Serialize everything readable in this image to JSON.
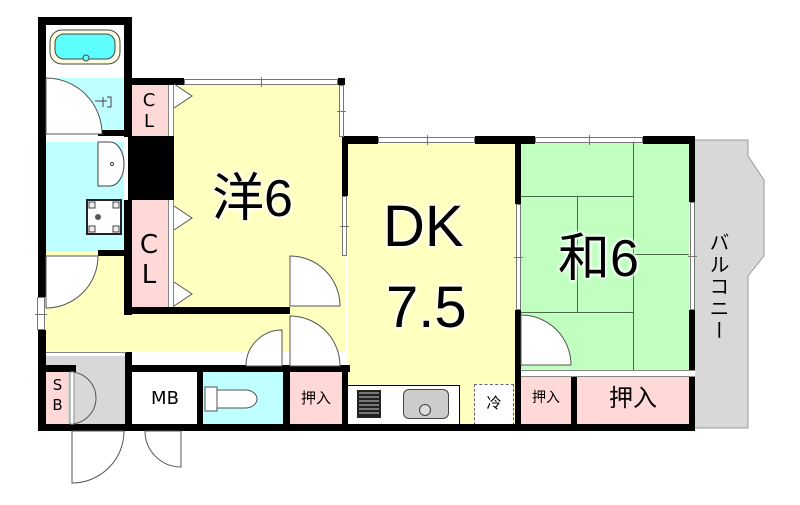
{
  "floorplan": {
    "rooms": [
      {
        "id": "western-room",
        "label": "洋6",
        "type": "Western-style room",
        "size_jo": 6,
        "color": "#ffffc0"
      },
      {
        "id": "dining-kitchen",
        "label_line1": "DK",
        "label_line2": "7.5",
        "type": "Dining kitchen",
        "size_jo": 7.5,
        "color": "#ffffc0"
      },
      {
        "id": "japanese-room",
        "label": "和6",
        "type": "Japanese tatami room",
        "size_jo": 6,
        "color": "#c0ffc0"
      },
      {
        "id": "balcony",
        "label": "バルコニー",
        "color": "#d8d8d8"
      }
    ],
    "storage": {
      "closet_top": "CL",
      "closet_bottom": "CL",
      "oshiire_dk": "押入",
      "oshiire_small": "押入",
      "oshiire_large": "押入",
      "shoe_box": "SB",
      "meter_box": "MB",
      "fridge": "冷"
    },
    "colors": {
      "wall": "#000000",
      "yellow_room": "#ffffc0",
      "green_room": "#c0ffc0",
      "storage_pink": "#ffd8d8",
      "wet_area_cyan": "#c0ffff",
      "balcony_gray": "#d8d8d8"
    }
  }
}
